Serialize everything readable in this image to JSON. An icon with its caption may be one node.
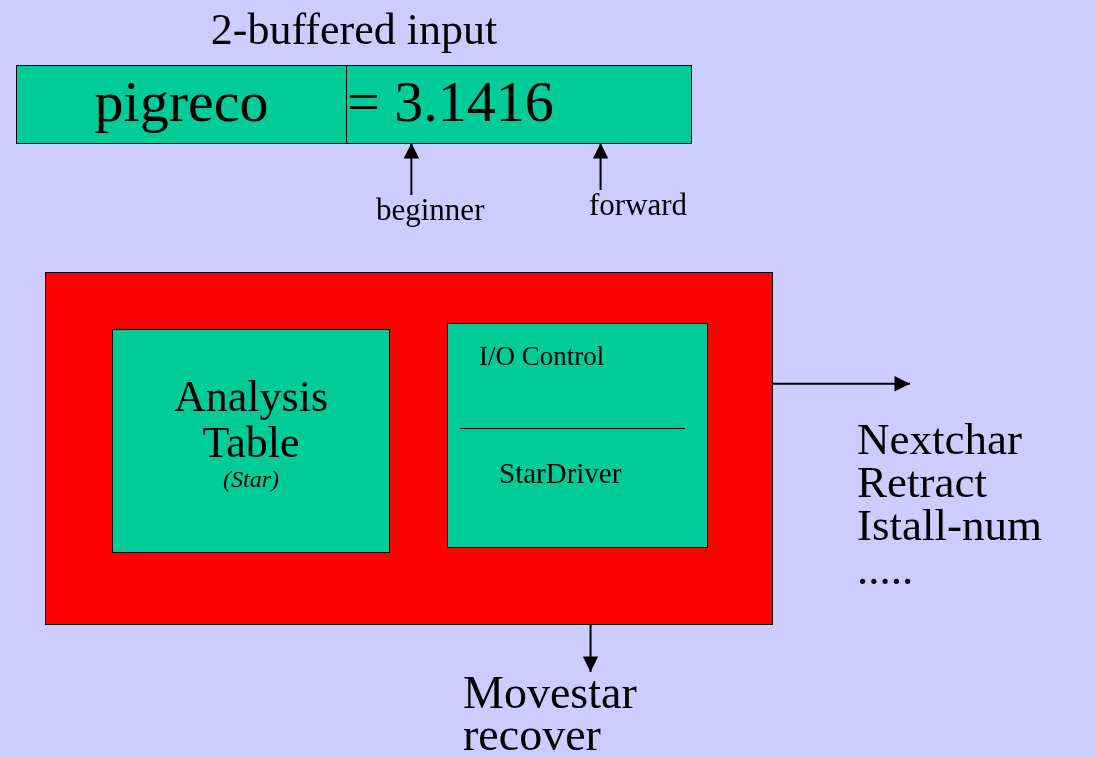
{
  "diagram": {
    "nodes": [
      {
        "text": [
          "2-buffered input"
        ]
      },
      {
        "text": [
          "pigreco"
        ],
        "in": 0
      },
      {
        "text": [
          "= 3.1416"
        ],
        "in": 0
      },
      {
        "text": [
          "beginner"
        ]
      },
      {
        "text": [
          "forward"
        ]
      },
      {
        "text": [],
        "shape": "box"
      },
      {
        "text": [
          "Analysis Table",
          "(Star)"
        ],
        "in": 5
      },
      {
        "text": [
          "I/O Control",
          "StarDriver"
        ],
        "in": 5
      },
      {
        "text": [
          "Nextchar",
          "Retract",
          "Istall-num",
          "....."
        ]
      },
      {
        "text": [
          "Movestar",
          "recover"
        ]
      }
    ],
    "edges": [
      {
        "from": 3,
        "to": 2,
        "arrow": "to"
      },
      {
        "from": 4,
        "to": 2,
        "arrow": "to"
      },
      {
        "from": 7,
        "to": 8,
        "arrow": "to"
      },
      {
        "from": 7,
        "to": 9,
        "arrow": "to"
      }
    ]
  }
}
